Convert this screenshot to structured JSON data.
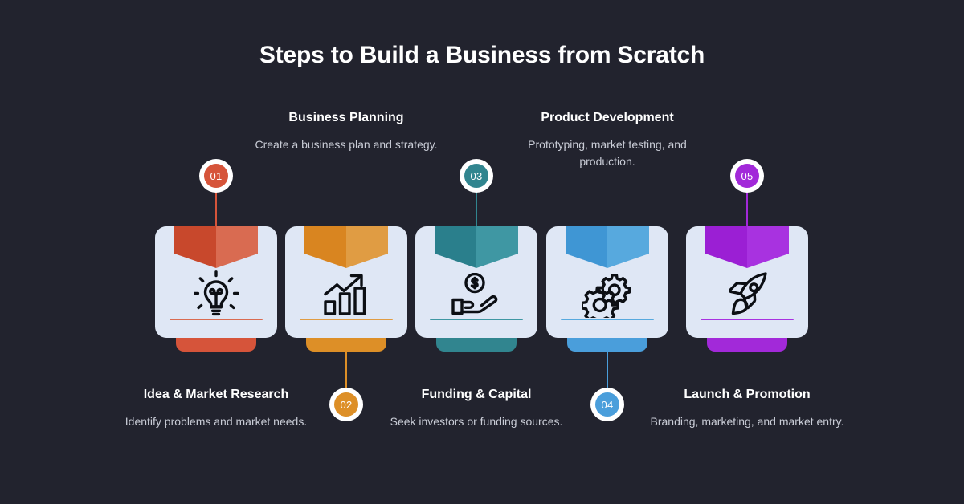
{
  "header": {
    "title": "Steps to Build a Business from Scratch"
  },
  "colors": {
    "background": "#22232e",
    "card_face": "#dfe7f5",
    "title_text": "#ffffff",
    "heading_text": "#ffffff",
    "body_text": "#c9ccd6"
  },
  "steps": [
    {
      "number": "01",
      "title": "Idea & Market Research",
      "description": "Identify problems and market needs.",
      "icon": "lightbulb-icon",
      "color_dark": "#c8482c",
      "color_light": "#d96b51",
      "color_accent": "#d6543a",
      "caption_position": "below"
    },
    {
      "number": "02",
      "title": "Business Planning",
      "description": "Create a business plan and strategy.",
      "icon": "growth-chart-icon",
      "color_dark": "#d98520",
      "color_light": "#e09c43",
      "color_accent": "#dd8f27",
      "caption_position": "above"
    },
    {
      "number": "03",
      "title": "Funding & Capital",
      "description": "Seek investors or funding sources.",
      "icon": "hand-with-coin-icon",
      "color_dark": "#2a7f8c",
      "color_light": "#3f97a3",
      "color_accent": "#31858f",
      "caption_position": "below"
    },
    {
      "number": "04",
      "title": "Product Development",
      "description": "Prototyping, market testing, and production.",
      "icon": "gears-icon",
      "color_dark": "#3f96d4",
      "color_light": "#57a9de",
      "color_accent": "#4a9edb",
      "caption_position": "above"
    },
    {
      "number": "05",
      "title": "Launch & Promotion",
      "description": "Branding, marketing, and market entry.",
      "icon": "rocket-icon",
      "color_dark": "#9b1fd4",
      "color_light": "#a832e0",
      "color_accent": "#a229d9",
      "caption_position": "below"
    }
  ]
}
